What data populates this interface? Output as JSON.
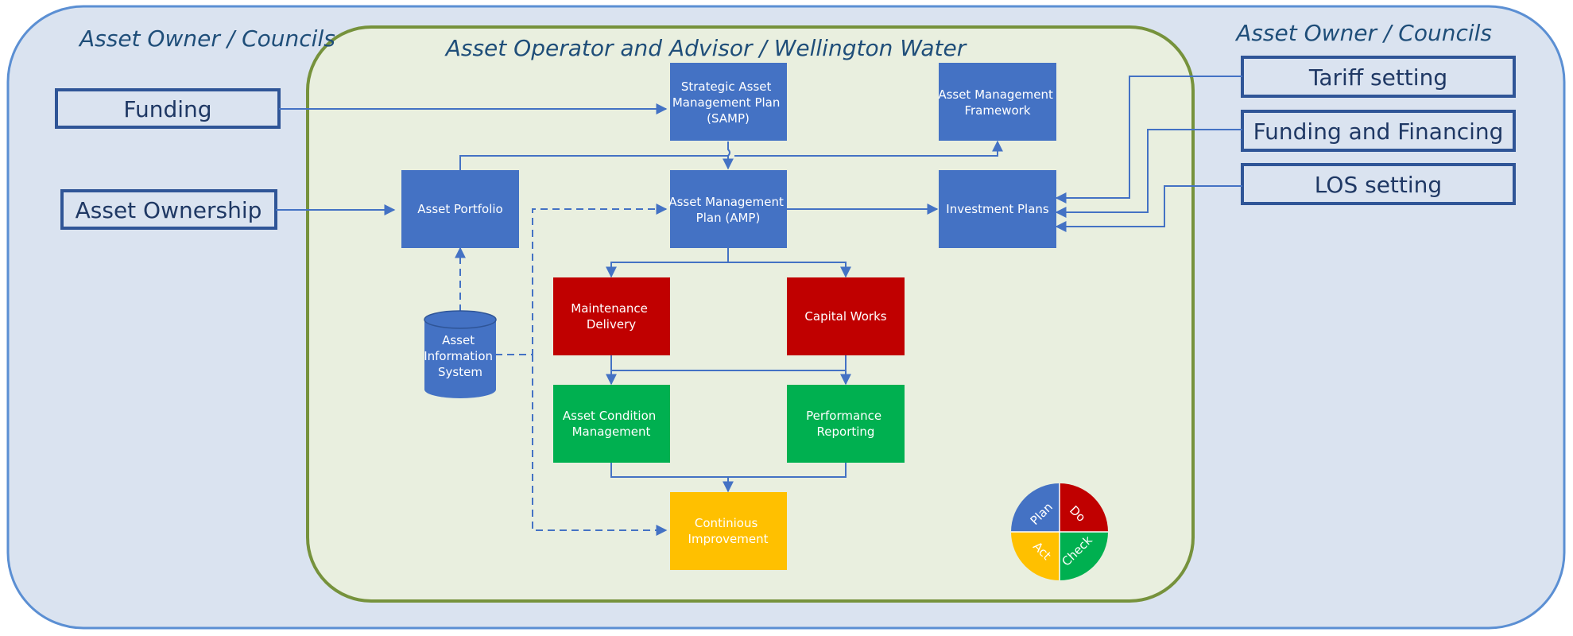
{
  "colors": {
    "outer_fill": "#dae3f0",
    "outer_stroke": "#5b8fd3",
    "inner_fill": "#e9efdf",
    "inner_stroke": "#76923c",
    "title_text": "#1f4e79",
    "ext_box_stroke": "#2f5597",
    "ext_box_fill": "#dae3f0",
    "ext_text": "#1f3864",
    "blue_box": "#4472c4",
    "red_box": "#c00000",
    "green_box": "#00b050",
    "yellow_box": "#ffc000",
    "connector": "#4472c4",
    "db_fill": "#4472c4"
  },
  "regions": {
    "asset_owner_left": "Asset Owner / Councils",
    "asset_owner_right": "Asset Owner / Councils",
    "operator": "Asset Operator and Advisor / Wellington Water"
  },
  "external_inputs": {
    "funding": "Funding",
    "asset_ownership": "Asset Ownership",
    "tariff_setting": "Tariff setting",
    "funding_financing": "Funding and Financing",
    "los_setting": "LOS setting"
  },
  "boxes": {
    "samp": [
      "Strategic Asset",
      "Management Plan",
      "(SAMP)"
    ],
    "am_framework": [
      "Asset Management",
      "Framework"
    ],
    "asset_portfolio": [
      "Asset Portfolio"
    ],
    "amp": [
      "Asset Management",
      "Plan (AMP)"
    ],
    "investment_plans": [
      "Investment Plans"
    ],
    "maintenance": [
      "Maintenance",
      "Delivery"
    ],
    "capital_works": [
      "Capital Works"
    ],
    "condition": [
      "Asset Condition",
      "Management"
    ],
    "performance": [
      "Performance",
      "Reporting"
    ],
    "improvement": [
      "Continious",
      "Improvement"
    ],
    "ais": [
      "Asset",
      "Information",
      "System"
    ]
  },
  "pdca": {
    "plan": "Plan",
    "do": "Do",
    "check": "Check",
    "act": "Act"
  },
  "icons": {
    "pdca_wheel": "pdca-cycle-icon",
    "database": "database-cylinder-icon"
  }
}
